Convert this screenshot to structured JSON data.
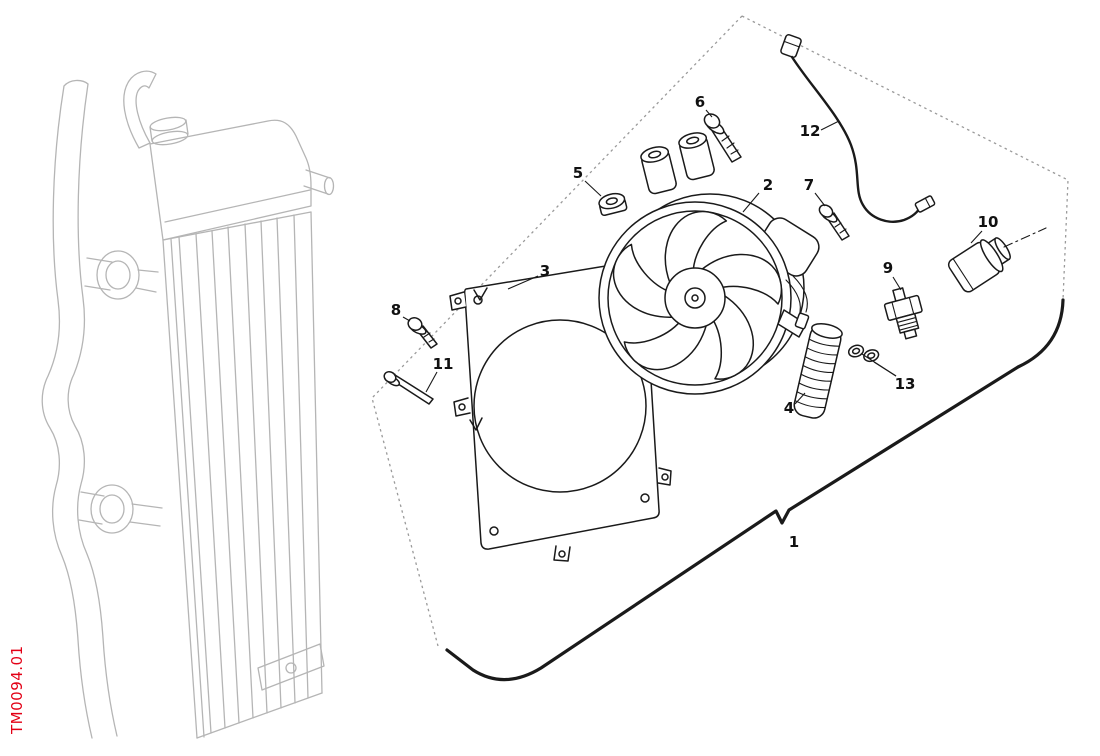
{
  "document": {
    "code": "TM0094.01"
  },
  "colors": {
    "code_red": "#e30016",
    "line_dark": "#1a1a1a",
    "radiator_gray": "#b5b5b5",
    "dotted_gray": "#9a9a9a"
  },
  "part_labels": {
    "p1": "1",
    "p2": "2",
    "p3": "3",
    "p4": "4",
    "p5": "5",
    "p6": "6",
    "p7": "7",
    "p8": "8",
    "p9": "9",
    "p10": "10",
    "p11": "11",
    "p12": "12",
    "p13": "13"
  }
}
